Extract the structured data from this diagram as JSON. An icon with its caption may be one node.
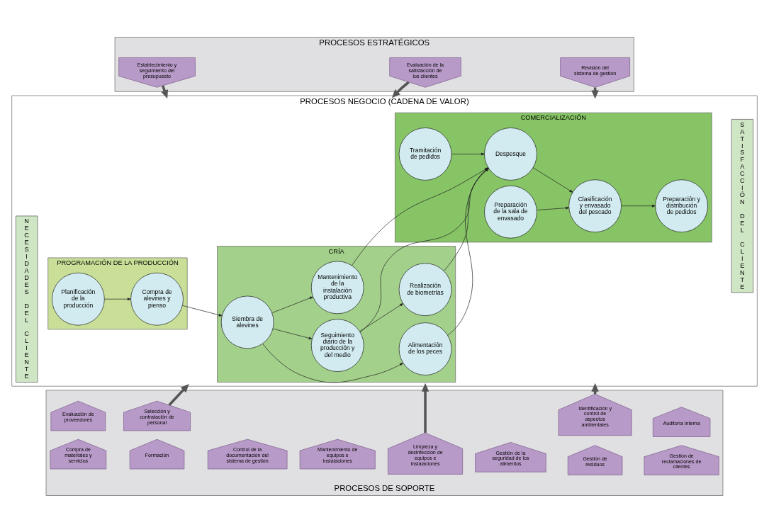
{
  "diagram": {
    "nodes": [
      {
        "text": [
          "PROCESOS ESTRATÉGICOS"
        ]
      },
      {
        "text": [
          "Establecimiento y seguimiento del presupuesto"
        ],
        "in": 0
      },
      {
        "text": [
          "Evaluación de la satisfacción de los clientes"
        ],
        "in": 0
      },
      {
        "text": [
          "Revisión del sistema de gestión"
        ],
        "in": 0
      },
      {
        "text": [
          "PROCESOS NEGOCIO (CADENA DE VALOR)"
        ]
      },
      {
        "text": [
          "NECESIDADES DEL CLIENTE"
        ],
        "in": 4
      },
      {
        "text": [
          "PROGRAMACIÓN DE LA PRODUCCIÓN"
        ],
        "in": 4
      },
      {
        "text": [
          "Planificación de la producción"
        ],
        "in": 6
      },
      {
        "text": [
          "Compra de alevines y pienso"
        ],
        "in": 6
      },
      {
        "text": [
          "CRÍA"
        ],
        "in": 4
      },
      {
        "text": [
          "Siembra de alevines"
        ],
        "in": 9
      },
      {
        "text": [
          "Seguimiento diario de la producción y del medio"
        ],
        "in": 9
      },
      {
        "text": [
          "Realización de biometrías"
        ],
        "in": 9
      },
      {
        "text": [
          "Alimentación de los peces"
        ],
        "in": 9
      },
      {
        "text": [
          "Mantenimiento de la instalación productiva"
        ],
        "in": 9
      },
      {
        "text": [
          "COMERCIALIZACIÓN"
        ],
        "in": 4
      },
      {
        "text": [
          "Tramitación de pedidos"
        ],
        "in": 15
      },
      {
        "text": [
          "Despesque"
        ],
        "in": 15
      },
      {
        "text": [
          "Clasificación y envasado del pescado"
        ],
        "in": 15
      },
      {
        "text": [
          "Preparación de la sala de envasado"
        ],
        "in": 15
      },
      {
        "text": [
          "Preparación y distribución de pedidos"
        ],
        "in": 15
      },
      {
        "text": [
          "SATISFACCIÓN DEL CLIENTE"
        ],
        "in": 4
      },
      {
        "text": [
          "PROCESOS DE SOPORTE"
        ]
      },
      {
        "text": [
          "Compra de materiales y servicios"
        ],
        "in": 22
      },
      {
        "text": [
          "Evaluación de proveedores"
        ],
        "in": 22
      },
      {
        "text": [
          "Formación"
        ],
        "in": 22
      },
      {
        "text": [
          "Selección y contratación de personal"
        ],
        "in": 22
      },
      {
        "text": [
          "Control de la documentación del sistema de gestión"
        ],
        "in": 22
      },
      {
        "text": [
          "Mantenimiento de equipos e instalaciones"
        ],
        "in": 22
      },
      {
        "text": [
          "Limpieza y desinfección de equipos e instalaciones"
        ],
        "in": 22
      },
      {
        "text": [
          "Gestión de la seguridad de los alimentos"
        ],
        "in": 22
      },
      {
        "text": [
          "Gestión de residuos"
        ],
        "in": 22
      },
      {
        "text": [
          "Identificación y control de aspectos ambientales"
        ],
        "in": 22
      },
      {
        "text": [
          "Gestión de reclamaciones de clientes"
        ],
        "in": 22
      },
      {
        "text": [
          "Auditoría interna"
        ],
        "in": 22
      }
    ],
    "edges": [
      {
        "from": 7,
        "to": 8,
        "arrow": "to"
      },
      {
        "from": 8,
        "to": 10,
        "arrow": "to"
      },
      {
        "from": 10,
        "to": 11,
        "arrow": "to"
      },
      {
        "from": 10,
        "to": 13,
        "arrow": "to"
      },
      {
        "from": 10,
        "to": 14,
        "arrow": "to"
      },
      {
        "from": 11,
        "to": 12,
        "arrow": "to"
      },
      {
        "from": 11,
        "to": 17,
        "arrow": "to"
      },
      {
        "from": 12,
        "to": 17,
        "arrow": "to"
      },
      {
        "from": 13,
        "to": 17,
        "arrow": "to"
      },
      {
        "from": 14,
        "to": 17,
        "arrow": "to"
      },
      {
        "from": 16,
        "to": 17,
        "arrow": "to"
      },
      {
        "from": 17,
        "to": 18,
        "arrow": "to"
      },
      {
        "from": 19,
        "to": 18,
        "arrow": "to"
      },
      {
        "from": 18,
        "to": 20,
        "arrow": "to"
      },
      {
        "from": 0,
        "to": 4,
        "arrow": "to",
        "style": "thick"
      },
      {
        "from": 0,
        "to": 4,
        "arrow": "to",
        "style": "thick"
      },
      {
        "from": 0,
        "to": 4,
        "arrow": "to",
        "style": "thick"
      },
      {
        "from": 22,
        "to": 4,
        "arrow": "to",
        "style": "thick"
      },
      {
        "from": 22,
        "to": 4,
        "arrow": "to",
        "style": "thick"
      },
      {
        "from": 22,
        "to": 4,
        "arrow": "to",
        "style": "thick"
      }
    ]
  }
}
